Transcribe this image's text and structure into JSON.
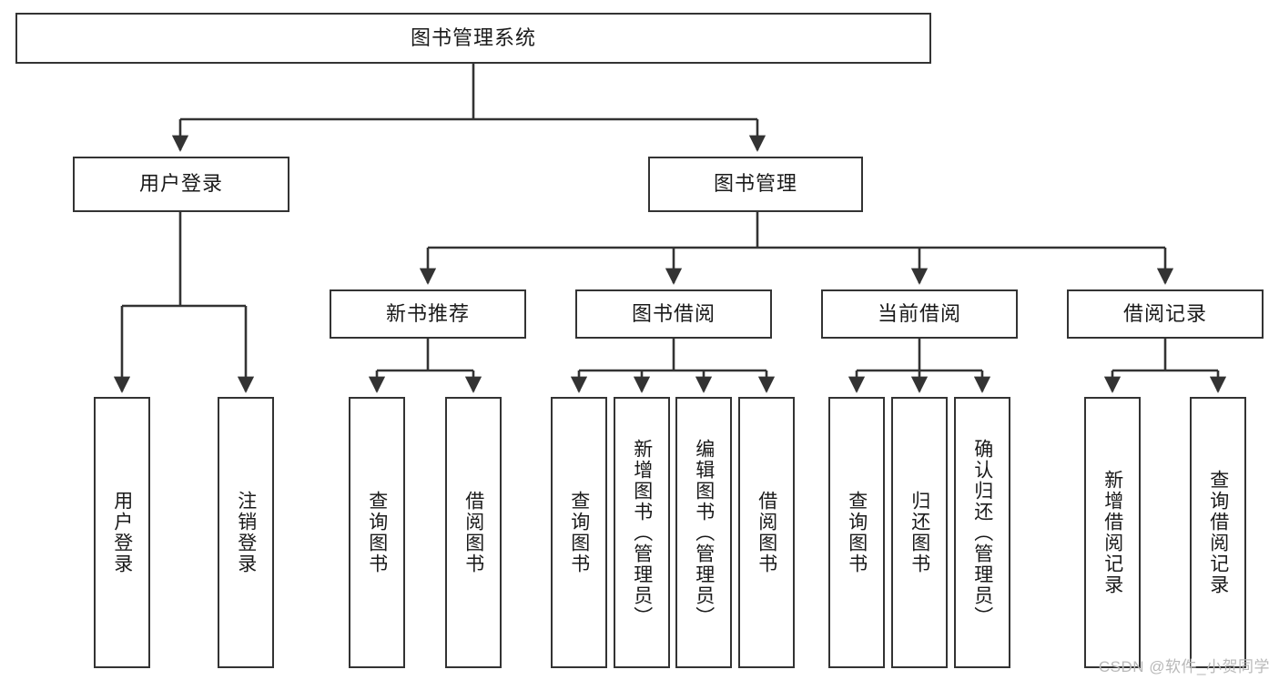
{
  "diagram": {
    "type": "tree-hierarchy-chart",
    "title": "图书管理系统",
    "colors": {
      "box_border": "#333333",
      "box_fill": "#ffffff",
      "connector": "#333333",
      "text": "#1a1a1a",
      "watermark": "#b9b9b9"
    },
    "levels": {
      "root": "图书管理系统",
      "level2": [
        "用户登录",
        "图书管理"
      ],
      "level3": [
        "新书推荐",
        "图书借阅",
        "当前借阅",
        "借阅记录"
      ]
    },
    "nodes": {
      "root": {
        "label": "图书管理系统"
      },
      "user_login": {
        "label": "用户登录"
      },
      "book_manage": {
        "label": "图书管理"
      },
      "new_book_rec": {
        "label": "新书推荐"
      },
      "book_borrow": {
        "label": "图书借阅"
      },
      "current_borrow": {
        "label": "当前借阅"
      },
      "borrow_record": {
        "label": "借阅记录"
      },
      "leaf_1": {
        "label": "用户登录"
      },
      "leaf_2": {
        "label": "注销登录"
      },
      "leaf_3": {
        "label": "查询图书"
      },
      "leaf_4": {
        "label": "借阅图书"
      },
      "leaf_5": {
        "label": "查询图书"
      },
      "leaf_6": {
        "label": "新增图书（管理员）"
      },
      "leaf_7": {
        "label": "编辑图书（管理员）"
      },
      "leaf_8": {
        "label": "借阅图书"
      },
      "leaf_9": {
        "label": "查询图书"
      },
      "leaf_10": {
        "label": "归还图书"
      },
      "leaf_11": {
        "label": "确认归还（管理员）"
      },
      "leaf_12": {
        "label": "新增借阅记录"
      },
      "leaf_13": {
        "label": "查询借阅记录"
      }
    },
    "edges": [
      {
        "from": "图书管理系统",
        "to": "用户登录"
      },
      {
        "from": "图书管理系统",
        "to": "图书管理"
      },
      {
        "from": "用户登录",
        "to": "用户登录"
      },
      {
        "from": "用户登录",
        "to": "注销登录"
      },
      {
        "from": "图书管理",
        "to": "新书推荐"
      },
      {
        "from": "图书管理",
        "to": "图书借阅"
      },
      {
        "from": "图书管理",
        "to": "当前借阅"
      },
      {
        "from": "图书管理",
        "to": "借阅记录"
      },
      {
        "from": "新书推荐",
        "to": "查询图书"
      },
      {
        "from": "新书推荐",
        "to": "借阅图书"
      },
      {
        "from": "图书借阅",
        "to": "查询图书"
      },
      {
        "from": "图书借阅",
        "to": "新增图书（管理员）"
      },
      {
        "from": "图书借阅",
        "to": "编辑图书（管理员）"
      },
      {
        "from": "图书借阅",
        "to": "借阅图书"
      },
      {
        "from": "当前借阅",
        "to": "查询图书"
      },
      {
        "from": "当前借阅",
        "to": "归还图书"
      },
      {
        "from": "当前借阅",
        "to": "确认归还（管理员）"
      },
      {
        "from": "借阅记录",
        "to": "新增借阅记录"
      },
      {
        "from": "借阅记录",
        "to": "查询借阅记录"
      }
    ]
  },
  "watermark": {
    "text": "CSDN @软件_小贺同学"
  }
}
